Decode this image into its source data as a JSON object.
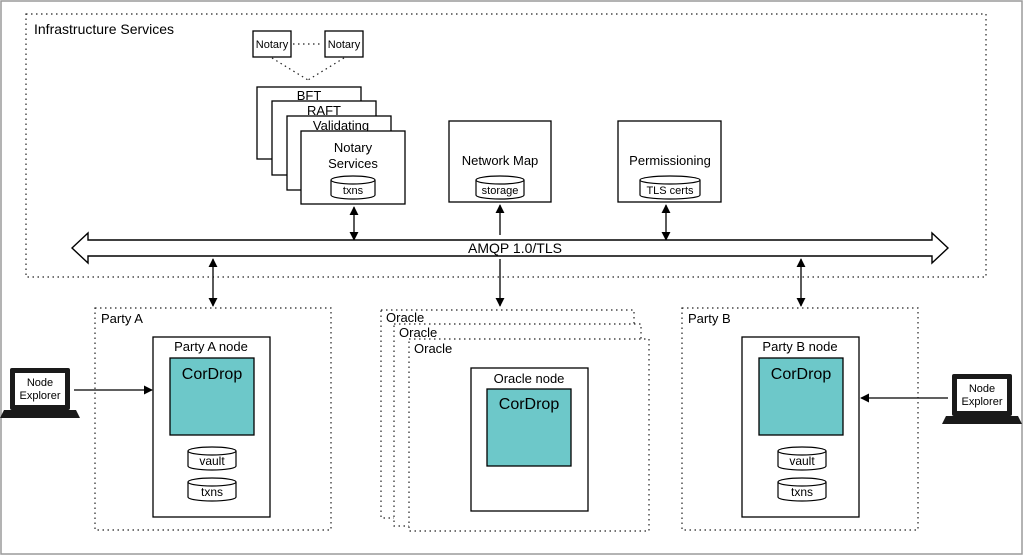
{
  "infrastructure": {
    "title": "Infrastructure Services",
    "notary_a": "Notary",
    "notary_b": "Notary",
    "bft": "BFT",
    "raft": "RAFT",
    "validating": "Validating",
    "notary_services_line1": "Notary",
    "notary_services_line2": "Services",
    "notary_store": "txns",
    "network_map": "Network Map",
    "network_map_store": "storage",
    "permissioning": "Permissioning",
    "permissioning_store": "TLS certs"
  },
  "bus": {
    "label": "AMQP 1.0/TLS"
  },
  "party_a": {
    "title": "Party A",
    "node": "Party A node",
    "app": "CorDrop",
    "vault": "vault",
    "txns": "txns",
    "explorer_line1": "Node",
    "explorer_line2": "Explorer"
  },
  "oracle": {
    "stack_1": "Oracle",
    "stack_2": "Oracle",
    "stack_3": "Oracle",
    "node": "Oracle node",
    "app": "CorDrop"
  },
  "party_b": {
    "title": "Party B",
    "node": "Party B node",
    "app": "CorDrop",
    "vault": "vault",
    "txns": "txns",
    "explorer_line1": "Node",
    "explorer_line2": "Explorer"
  },
  "colors": {
    "app_fill": "#6dc8c9"
  }
}
